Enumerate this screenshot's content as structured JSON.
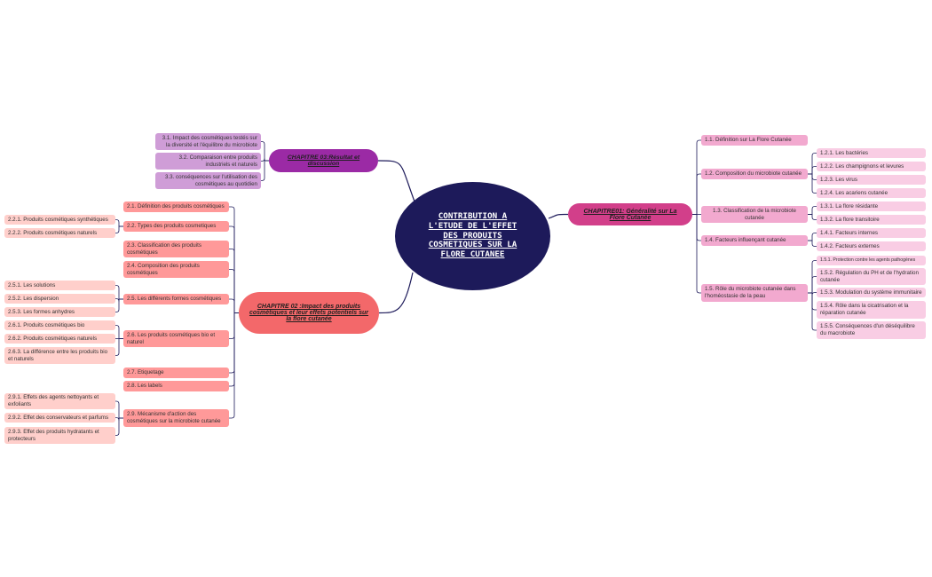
{
  "root": {
    "title": "CONTRIBUTION A L'ETUDE DE L'EFFET DES PRODUITS COSMETIQUES SUR LA FLORE CUTANEE"
  },
  "colors": {
    "root": "#1d1a5a",
    "chapter1": "#d23f8a",
    "chapter2": "#f3686a",
    "chapter3": "#9b2aa5",
    "line": "#1d1a5a"
  },
  "chapter1": {
    "title": "CHAPITRE01: Généralité sur La Flore Cutanée",
    "items": [
      {
        "label": "1.1. Définition sur La Flore Cutanée",
        "children": []
      },
      {
        "label": "1.2. Composition du microbiote cutanée",
        "children": [
          "1.2.1. Les bactéries",
          "1.2.2. Les champignons et levures",
          "1.2.3. Les virus",
          "1.2.4. Les acariens cutanée"
        ]
      },
      {
        "label": "1.3. Classification de la microbiote cutanée",
        "children": [
          "1.3.1. La flore résidante",
          "1.3.2. La flore transitoire"
        ]
      },
      {
        "label": "1.4.  Facteurs influençant cutanée",
        "children": [
          "1.4.1. Facteurs internes",
          "1.4.2. Facteurs externes"
        ]
      },
      {
        "label": "1.5. Rôle du microbiote cutanée dans l'homéostasie de la peau",
        "children": [
          "1.5.1. Protection contre les agents pathogènes",
          "1.5.2. Régulation du PH et de l'hydration cutanée",
          "1.5.3. Modulation du système immunitaire",
          "1.5.4. Rôle dans la cicatrisation et la réparation cutanée",
          "1.5.5. Conséquences d'un déséquilibre du macrobiote"
        ]
      }
    ]
  },
  "chapter2": {
    "title": "CHAPITRE 02 :Impact des produits cosmétiques et leur effets potentiels sur la flore cutanée",
    "items": [
      {
        "label": "2.1. Définition des produits cosmétiques",
        "children": []
      },
      {
        "label": "2.2. Types des produits cosmetiques",
        "children": [
          "2.2.1. Produits cosmétiques synthétiques",
          "2.2.2. Produits cosmétiques naturels"
        ]
      },
      {
        "label": "2.3. Classification des produits cosmétiques",
        "children": []
      },
      {
        "label": "2.4. Composition des produits cosmétiques",
        "children": []
      },
      {
        "label": "2.5. Les différents formes cosmétiques",
        "children": [
          "2.5.1. Les solutions",
          "2.5.2. Les dispersion",
          "2.5.3. Les formes anhydres"
        ]
      },
      {
        "label": "2.6. Les produits cosmétiques bio et naturel",
        "children": [
          "2.6.1. Produits cosmétiques bio",
          "2.6.2. Produits cosmétiques naturels",
          "2.6.3. La différence entre les produits bio et naturels"
        ]
      },
      {
        "label": "2.7. Etiquetage",
        "children": []
      },
      {
        "label": "2.8. Les labels",
        "children": []
      },
      {
        "label": "2.9. Mécanisme d'action des cosmétiques sur la microbiote cutanée",
        "children": [
          "2.9.1. Effets des agents nettoyants et exfoliants",
          "2.9.2. Effet des conservateurs et parfums",
          "2.9.3. Effet des produits hydratants et protecteurs"
        ]
      }
    ]
  },
  "chapter3": {
    "title": "CHAPITRE 03:Résultat et discussion",
    "items": [
      {
        "label": "3.1. Impact des cosmétiques  testés sur la diversité et  l'équilibre du microbiote"
      },
      {
        "label": "3.2. Comparaison  entre produits industriels et naturels"
      },
      {
        "label": "3.3. conséquences sur l'utilisation des cosmétiques au quotidien"
      }
    ]
  }
}
